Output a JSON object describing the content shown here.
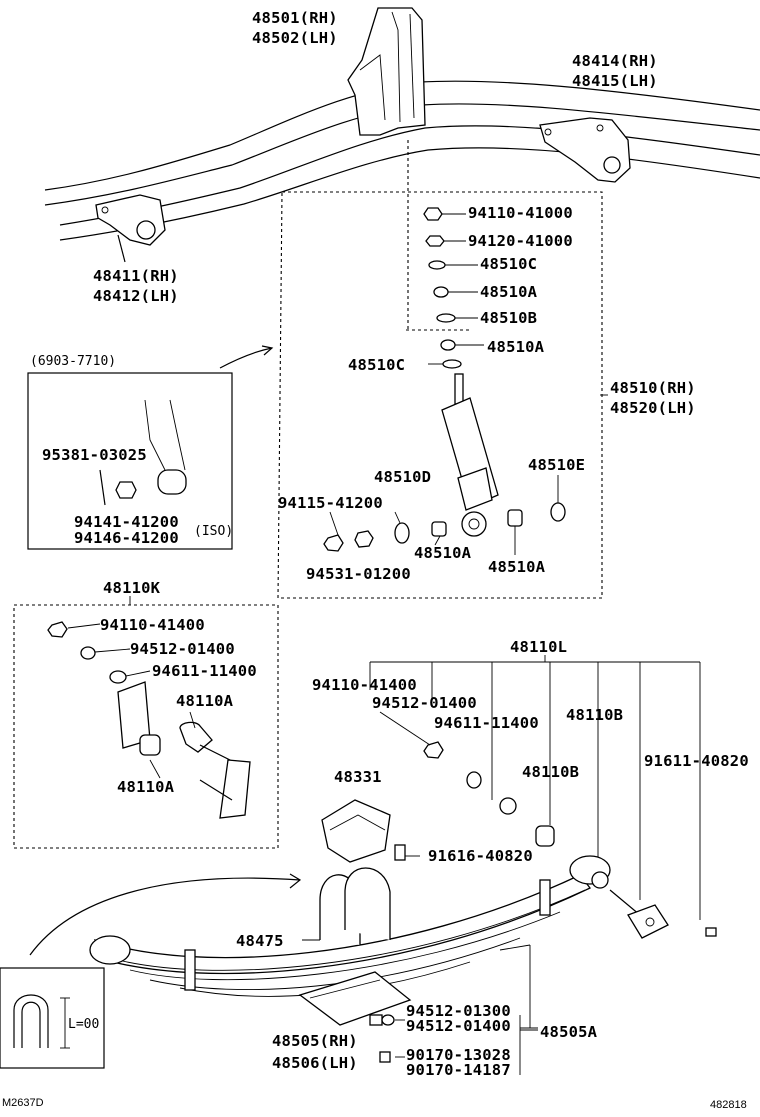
{
  "diagram": {
    "drawing_code_left": "M2637D",
    "drawing_code_right": "482818",
    "labels": {
      "hanger_front_rh": "48501(RH)",
      "hanger_front_lh": "48502(LH)",
      "shackle_bracket_rh": "48414(RH)",
      "shackle_bracket_lh": "48415(LH)",
      "spring_bracket_rh": "48411(RH)",
      "spring_bracket_lh": "48412(LH)",
      "nut_top": "94110-41000",
      "nut_lock_top": "94120-41000",
      "shock_retainer_c_top": "48510C",
      "shock_cushion_a1": "48510A",
      "shock_retainer_b": "48510B",
      "shock_cushion_a2": "48510A",
      "shock_retainer_c": "48510C",
      "shock_absorber_rh": "48510(RH)",
      "shock_absorber_lh": "48520(LH)",
      "shock_d": "48510D",
      "shock_e": "48510E",
      "bolt_94115": "94115-41200",
      "nut_94531": "94531-01200",
      "bush_a_low1": "48510A",
      "bush_a_low2": "48510A",
      "inset_range": "(6903-7710)",
      "inset_pin": "95381-03025",
      "inset_nut1": "94141-41200",
      "inset_nut2": "94146-41200",
      "inset_iso": "ISO",
      "kit_k": "48110K",
      "k_nut": "94110-41400",
      "k_washer1": "94512-01400",
      "k_washer2": "94611-11400",
      "k_bush_a1": "48110A",
      "k_bush_a2": "48110A",
      "kit_l": "48110L",
      "l_nut": "94110-41400",
      "l_washer1": "94512-01400",
      "l_washer2": "94611-11400",
      "l_bush_b1": "48110B",
      "l_bush_b2": "48110B",
      "l_bolt": "91611-40820",
      "bumper": "48331",
      "bumper_bolt": "91616-40820",
      "u_bolt": "48475",
      "seat_rh": "48505(RH)",
      "seat_lh": "48506(LH)",
      "seat_a": "48505A",
      "washer_1300": "94512-01300",
      "washer_1400": "94512-01400",
      "nut_13028": "90170-13028",
      "nut_14187": "90170-14187",
      "ubolt_length": "L=00"
    }
  }
}
